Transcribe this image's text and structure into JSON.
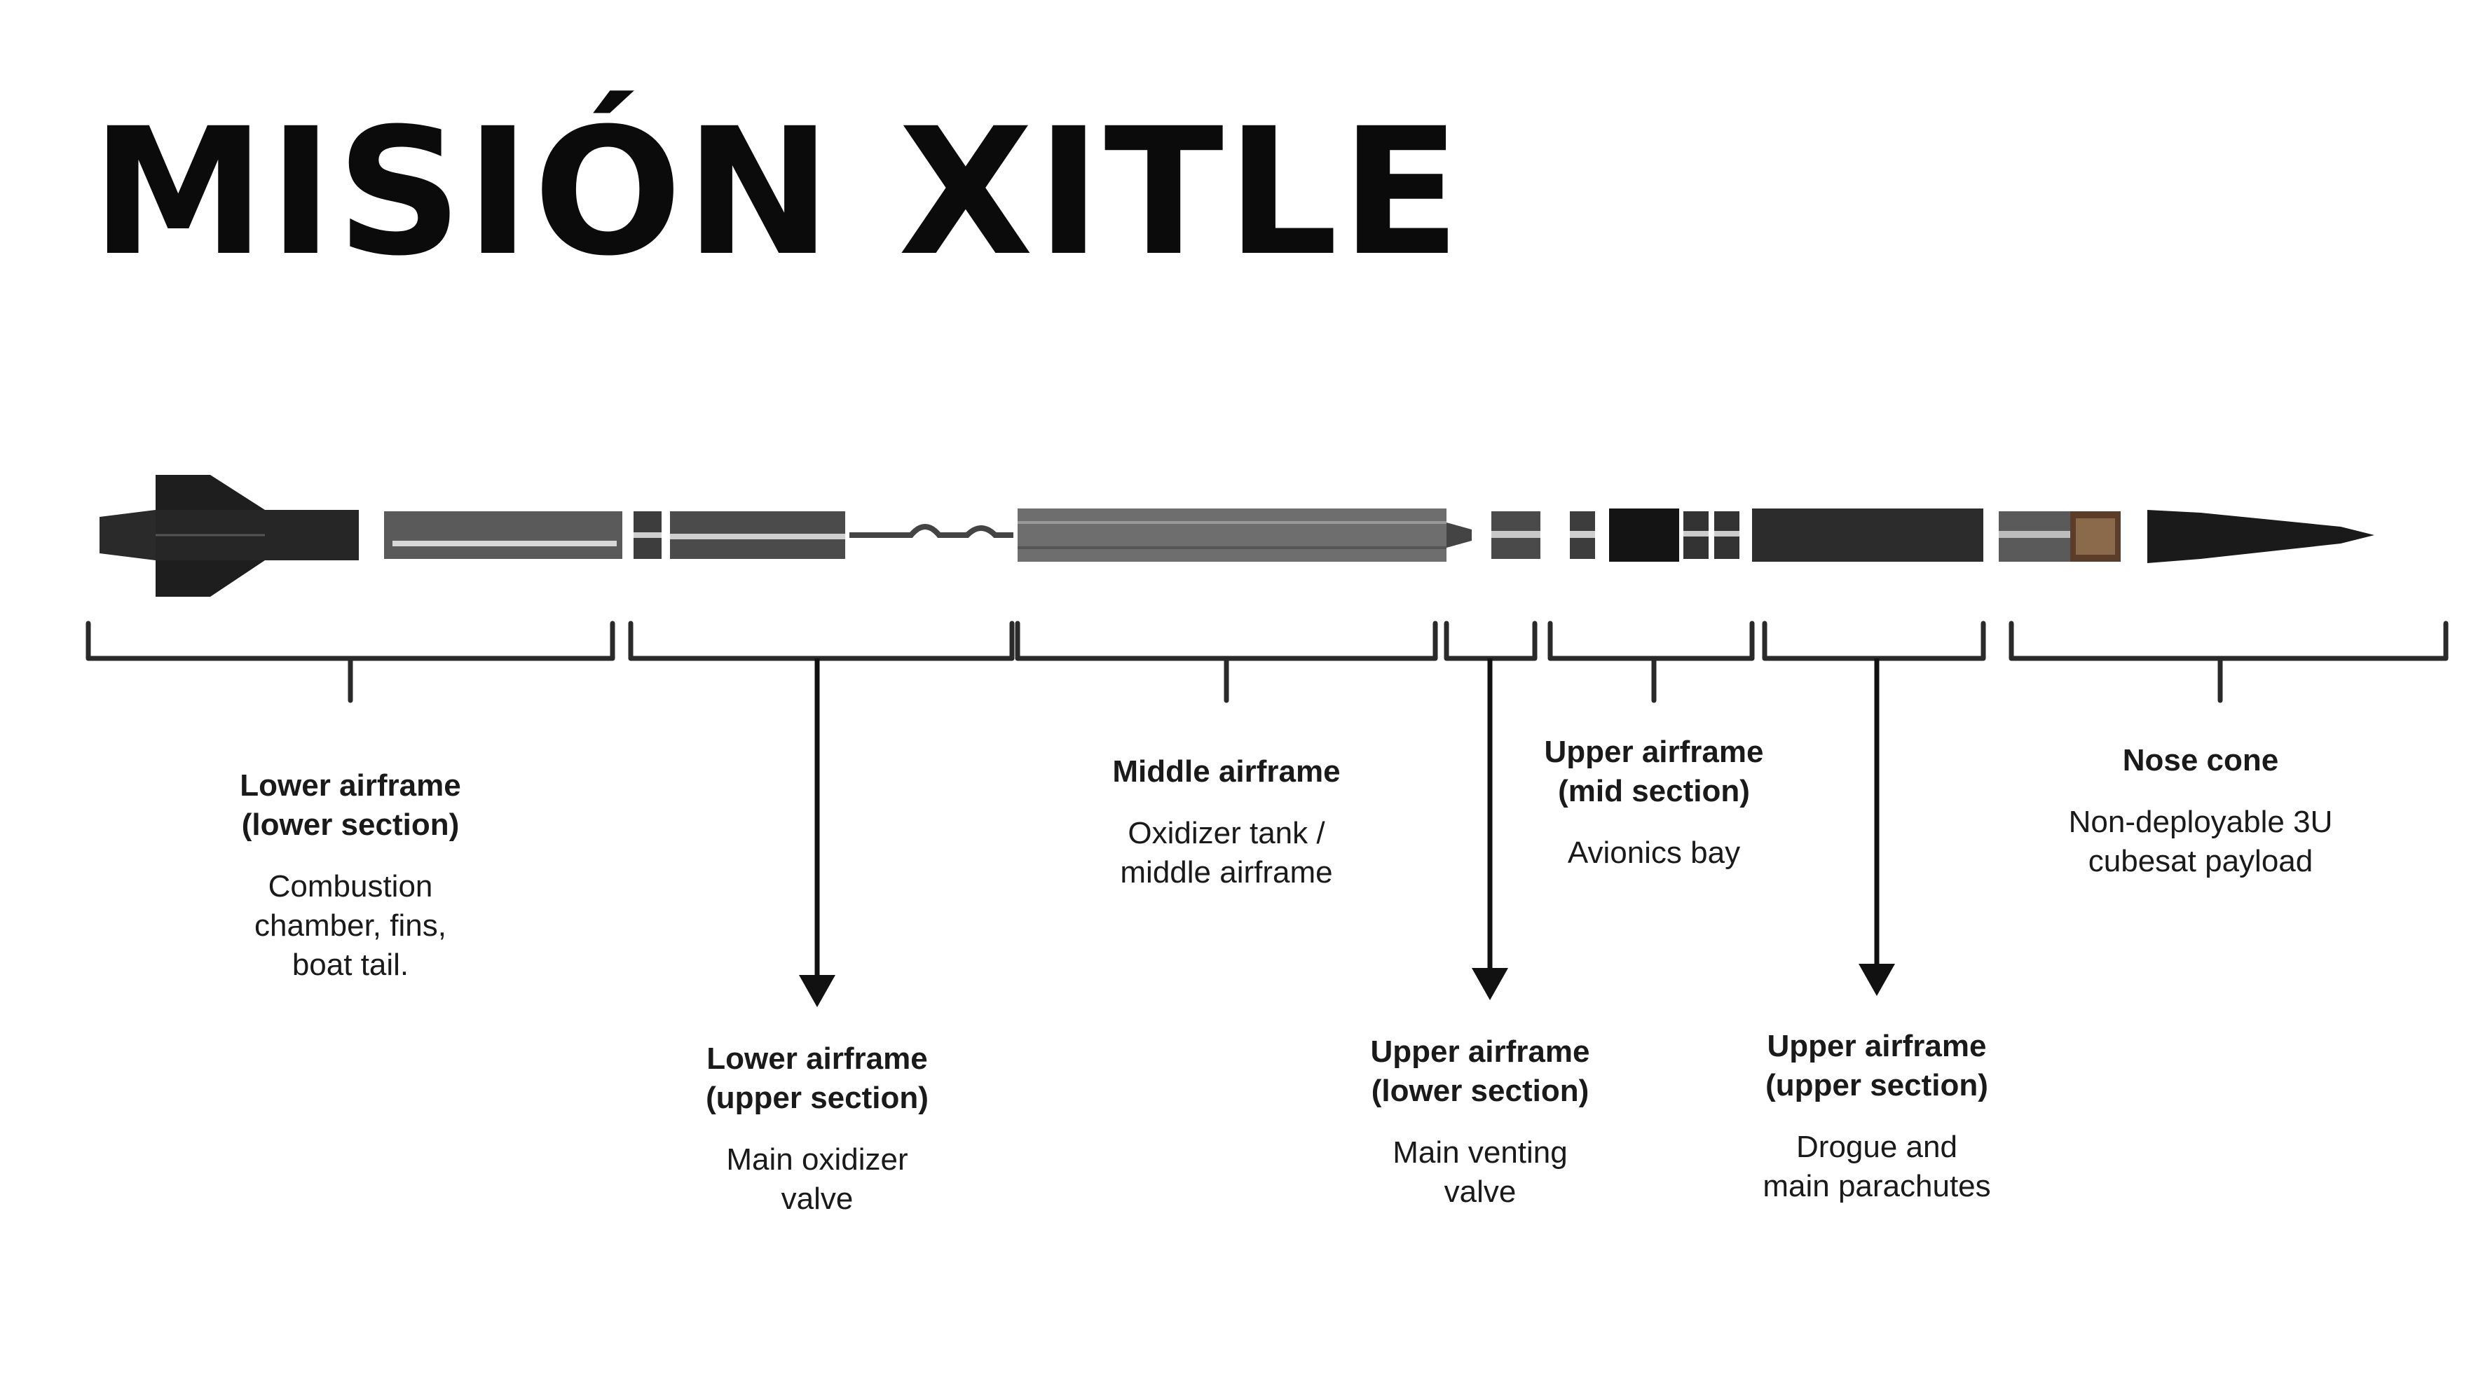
{
  "title": "MISIÓN XITLE",
  "sections": [
    {
      "title": "Lower airframe\n(lower section)",
      "desc": "Combustion\nchamber, fins,\nboat tail."
    },
    {
      "title": "Lower airframe\n(upper section)",
      "desc": "Main oxidizer\nvalve"
    },
    {
      "title": "Middle airframe",
      "desc": "Oxidizer tank /\nmiddle airframe"
    },
    {
      "title": "Upper airframe\n(lower section)",
      "desc": "Main venting\nvalve"
    },
    {
      "title": "Upper airframe\n(mid section)",
      "desc": "Avionics bay"
    },
    {
      "title": "Upper airframe\n(upper section)",
      "desc": "Drogue and\nmain parachutes"
    },
    {
      "title": "Nose cone",
      "desc": "Non-deployable 3U\ncubesat payload"
    }
  ]
}
